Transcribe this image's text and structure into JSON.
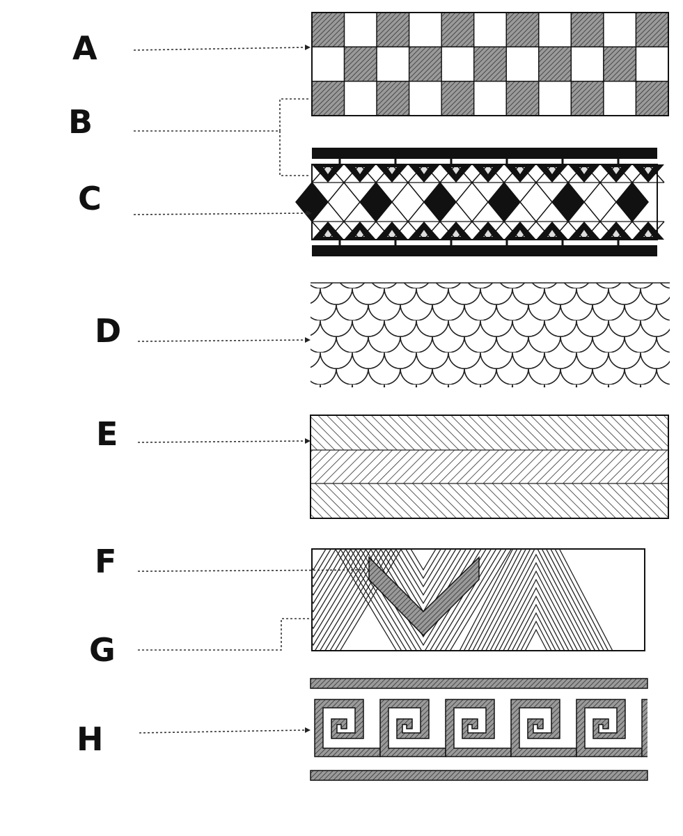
{
  "labels": {
    "a": "A",
    "b": "B",
    "c": "C",
    "d": "D",
    "e": "E",
    "f": "F",
    "g": "G",
    "h": "H"
  },
  "colors": {
    "ink": "#111111",
    "hatch_fill": "#8a8a8a",
    "paper": "#ffffff"
  }
}
